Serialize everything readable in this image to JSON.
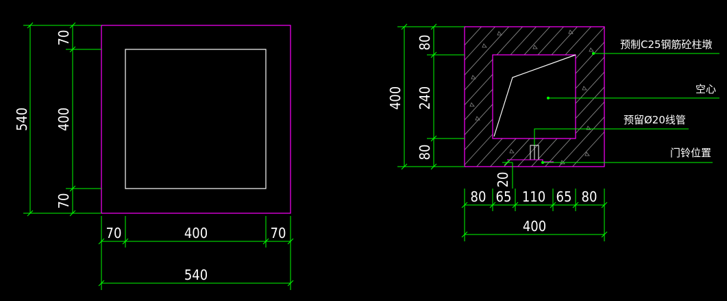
{
  "colors": {
    "background": "#000000",
    "outline": "#ff00ff",
    "dimension": "#00ff00",
    "inner": "#ffffff",
    "hatch": "#888888"
  },
  "left_view": {
    "height_dims": [
      "70",
      "400",
      "70"
    ],
    "height_total": "540",
    "width_dims": [
      "70",
      "400",
      "70"
    ],
    "width_total": "540"
  },
  "right_view": {
    "height_dims": [
      "80",
      "240",
      "80"
    ],
    "height_total": "400",
    "width_dims": [
      "80",
      "65",
      "110",
      "65",
      "80"
    ],
    "width_total": "400",
    "pipe_dim": "20",
    "labels": {
      "precast_pier": "预制C25钢筋砼柱墩",
      "hollow": "空心",
      "pipe": "预留Ø20线管",
      "doorbell": "门铃位置"
    }
  }
}
